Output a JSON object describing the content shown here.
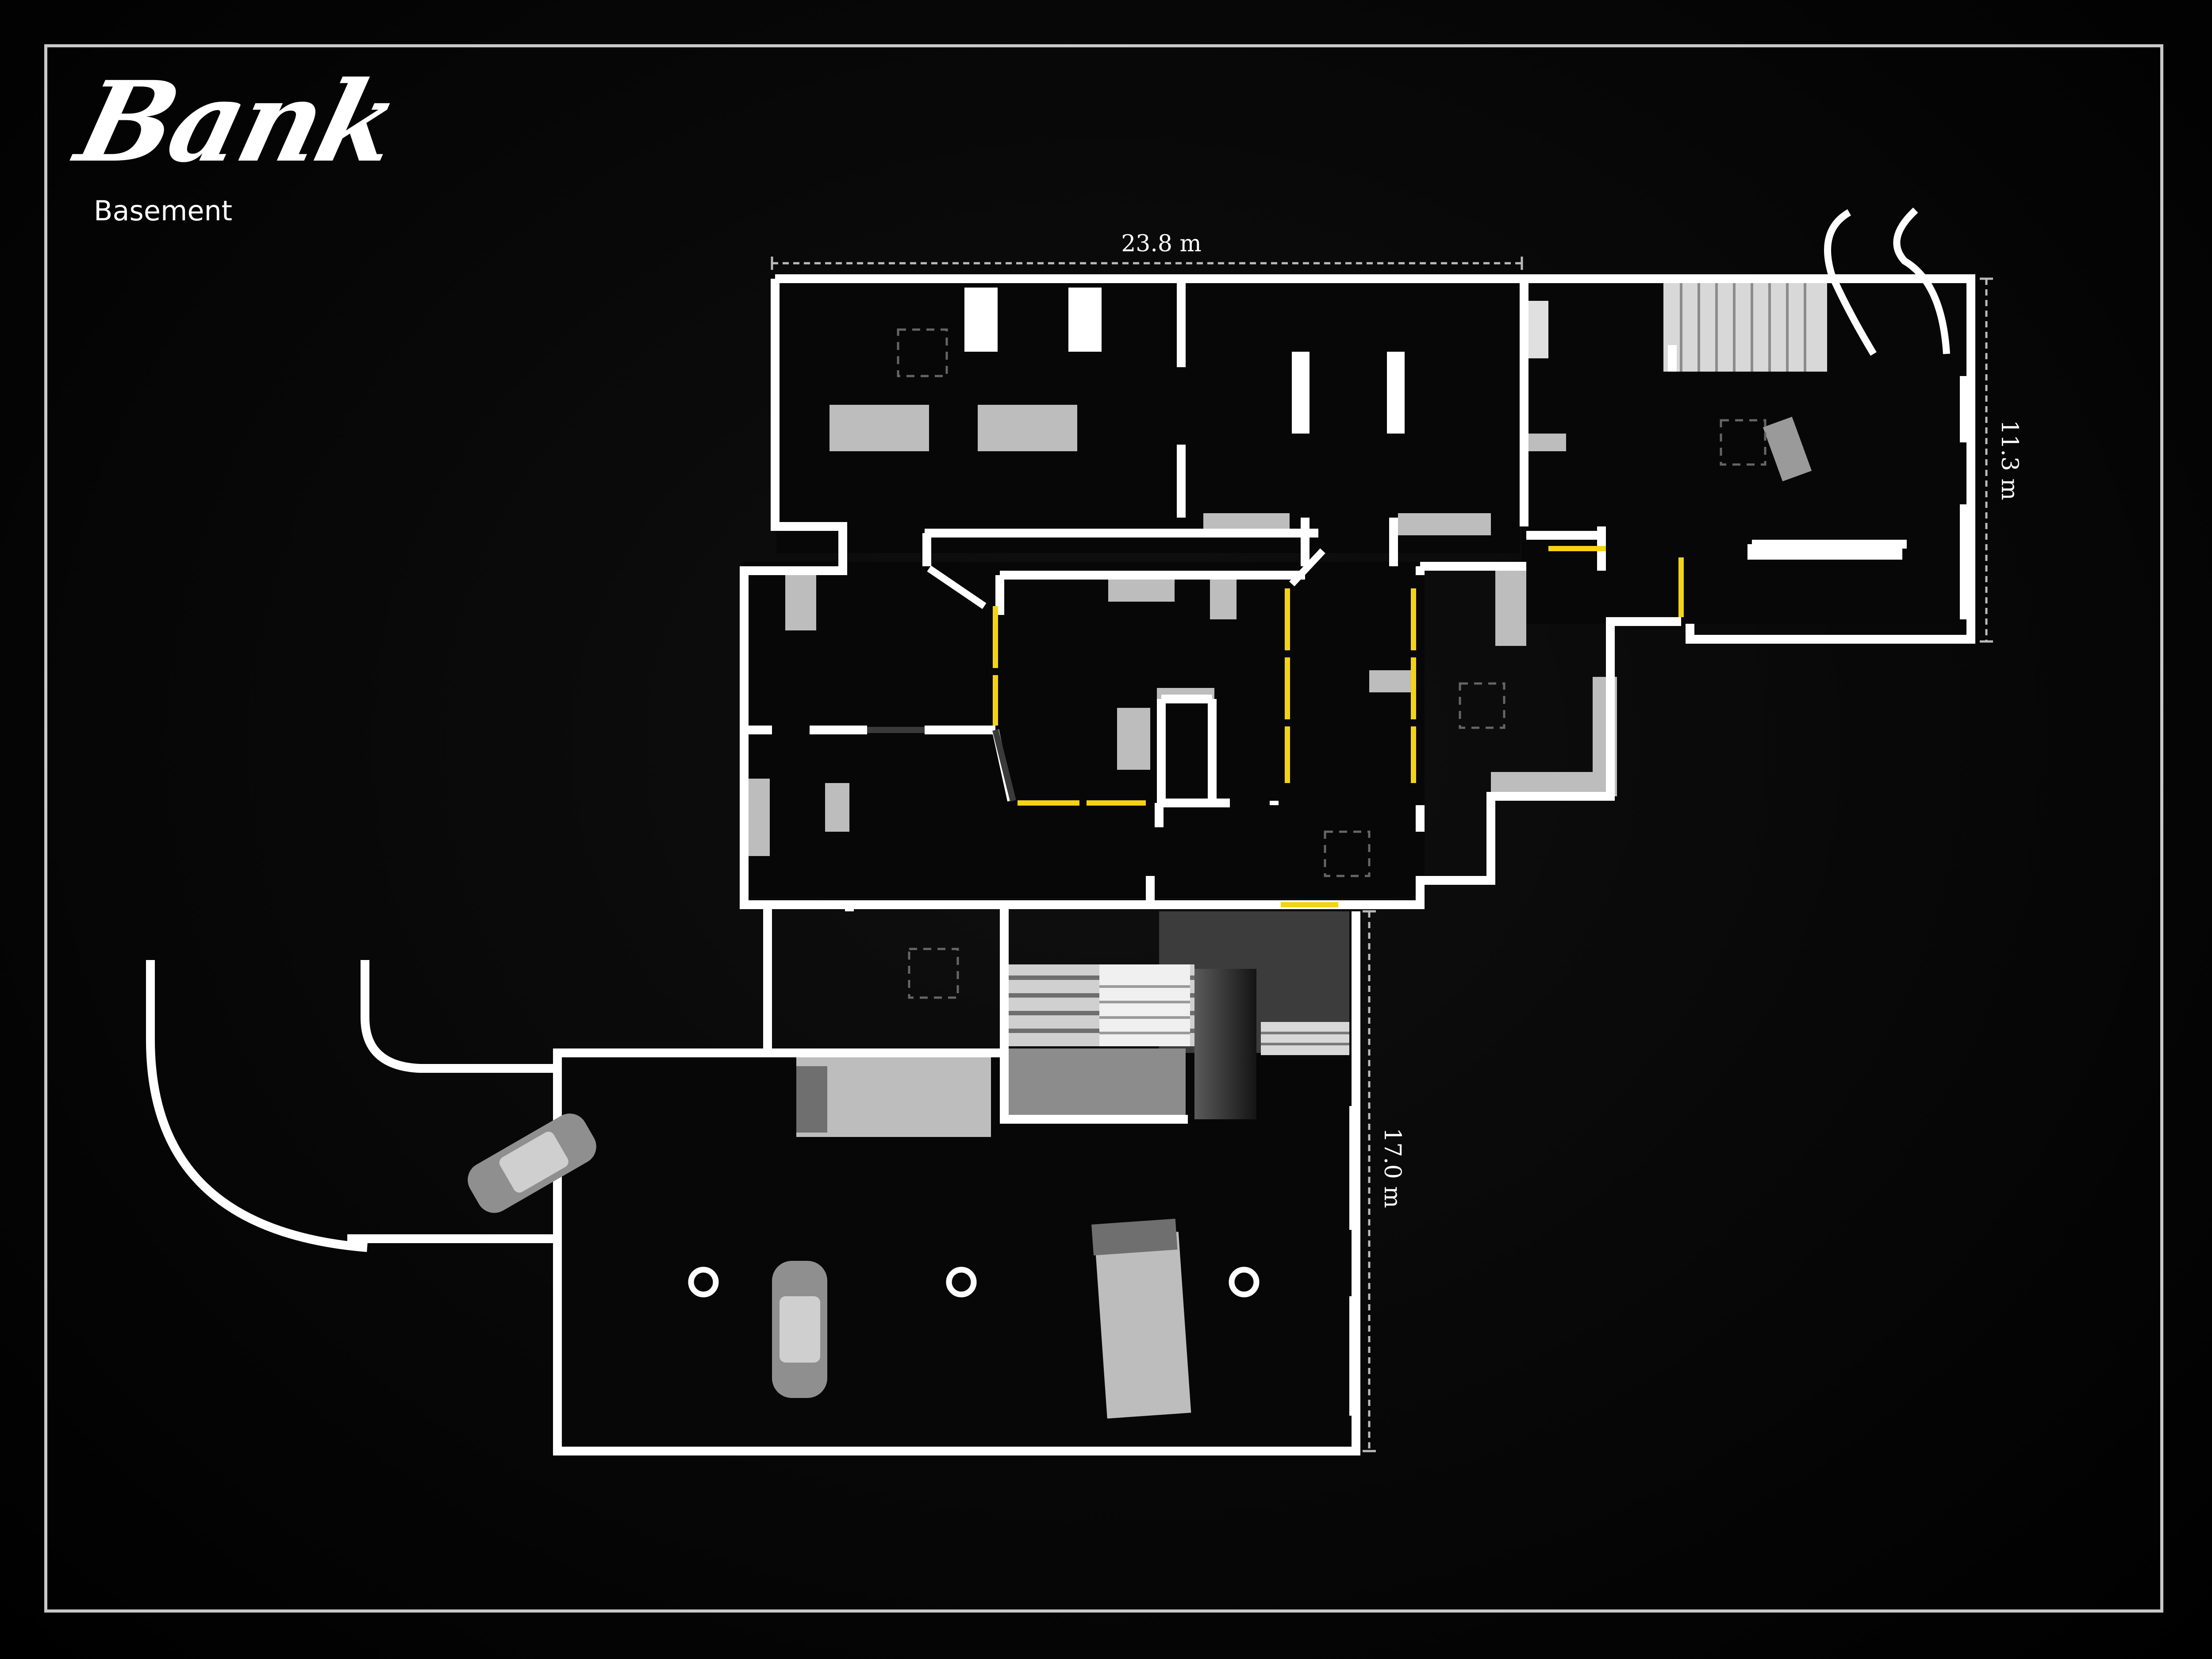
{
  "map": {
    "title": "Bank",
    "floor": "Basement"
  },
  "measurements": {
    "width": "23.8 m",
    "east_height": "11.3 m",
    "south_height": "17.0 m"
  },
  "legend_colors": {
    "wall": "#ffffff",
    "furniture": "#bdbdbd",
    "destructible_wall": "#f4d21a",
    "background": "#000000"
  },
  "icons": {
    "vehicle": "car-icon",
    "truck": "truck-icon",
    "pillar": "pillar-icon",
    "stairs": "stairs-icon",
    "hatch": "hatch-icon"
  }
}
